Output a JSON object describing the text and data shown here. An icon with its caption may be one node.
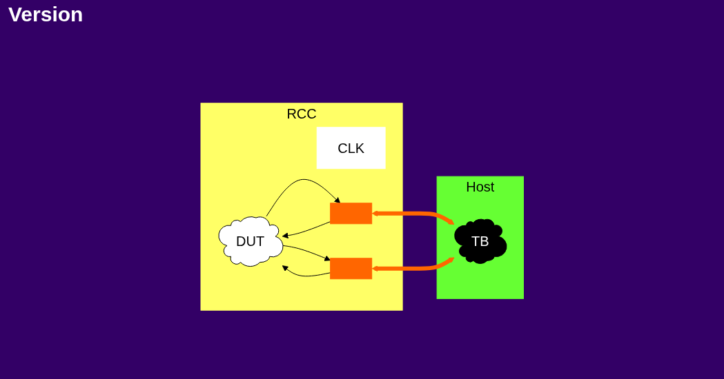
{
  "diagram": {
    "title": "Version",
    "nodes": [
      {
        "text": [
          "RCC"
        ]
      },
      {
        "text": [
          "DUT"
        ],
        "in": 0
      },
      {
        "text": [
          "CLK"
        ],
        "in": 0
      },
      {
        "text": [],
        "shape": "box",
        "in": 0
      },
      {
        "text": [],
        "shape": "box",
        "in": 0
      },
      {
        "text": [
          "Host"
        ]
      },
      {
        "text": [
          "TB"
        ],
        "in": 5
      }
    ],
    "edges": [
      {
        "from": 1,
        "to": 3,
        "arrow": "to"
      },
      {
        "from": 3,
        "to": 1,
        "arrow": "to"
      },
      {
        "from": 1,
        "to": 4,
        "arrow": "to"
      },
      {
        "from": 4,
        "to": 1,
        "arrow": "to"
      },
      {
        "from": 3,
        "to": 6,
        "arrow": "both",
        "style": "thick",
        "color": "#ff6600"
      },
      {
        "from": 4,
        "to": 6,
        "arrow": "both",
        "style": "thick",
        "color": "#ff6600"
      }
    ]
  }
}
